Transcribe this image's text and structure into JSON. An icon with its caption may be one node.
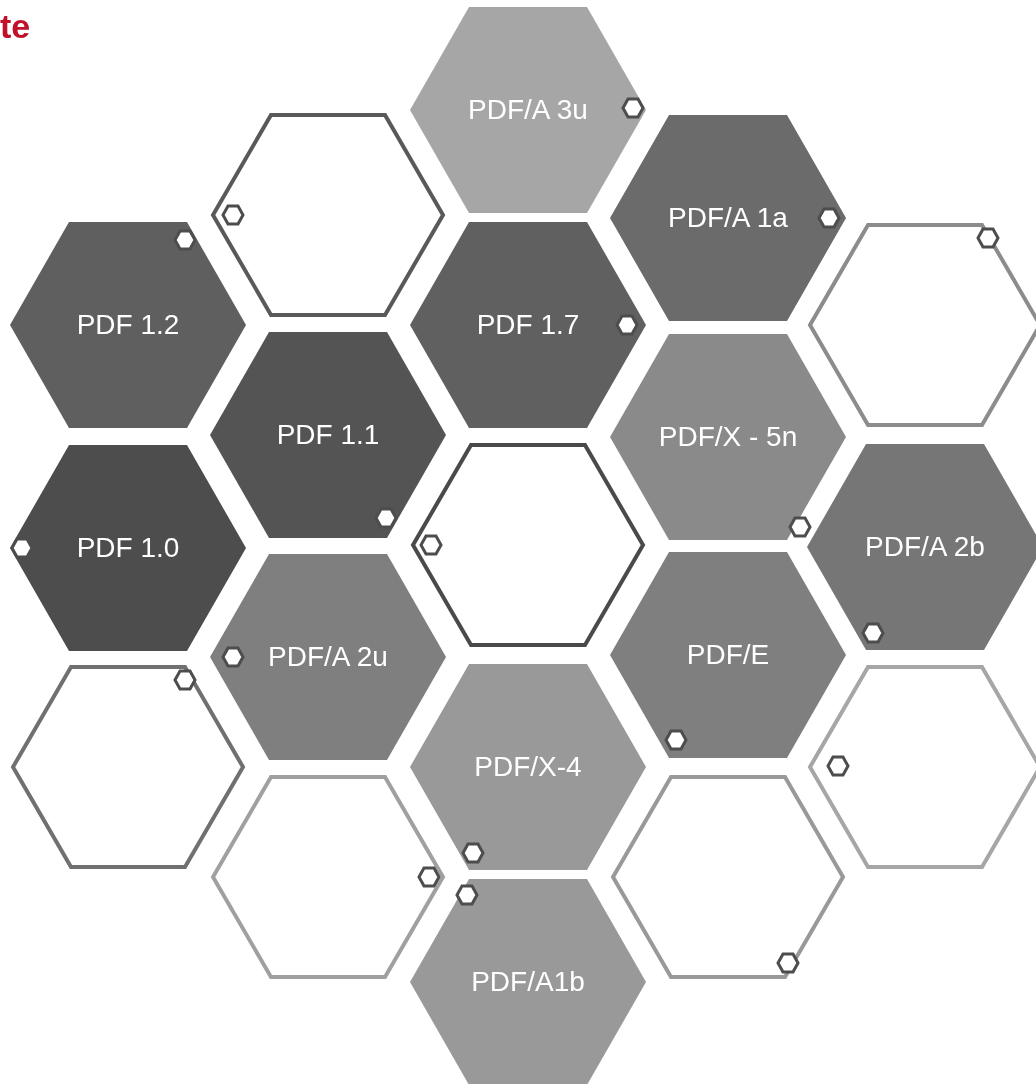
{
  "diagram": {
    "title": "te",
    "nodes": [
      {
        "text": [
          "PDF/A 3u"
        ]
      },
      {
        "text": [],
        "shape": "hexagon"
      },
      {
        "text": [
          "PDF/A 1a"
        ]
      },
      {
        "text": [
          "PDF 1.2"
        ]
      },
      {
        "text": [
          "PDF 1.7"
        ]
      },
      {
        "text": [],
        "shape": "hexagon"
      },
      {
        "text": [
          "PDF 1.1"
        ]
      },
      {
        "text": [
          "PDF/X - 5n"
        ]
      },
      {
        "text": [
          "PDF 1.0"
        ]
      },
      {
        "text": [],
        "shape": "hexagon"
      },
      {
        "text": [
          "PDF/A 2b"
        ]
      },
      {
        "text": [
          "PDF/A 2u"
        ]
      },
      {
        "text": [
          "PDF/E"
        ]
      },
      {
        "text": [],
        "shape": "hexagon"
      },
      {
        "text": [
          "PDF/X-4"
        ]
      },
      {
        "text": [],
        "shape": "hexagon"
      },
      {
        "text": [],
        "shape": "hexagon"
      },
      {
        "text": [],
        "shape": "hexagon"
      },
      {
        "text": [
          "PDF/A1b"
        ]
      }
    ]
  }
}
